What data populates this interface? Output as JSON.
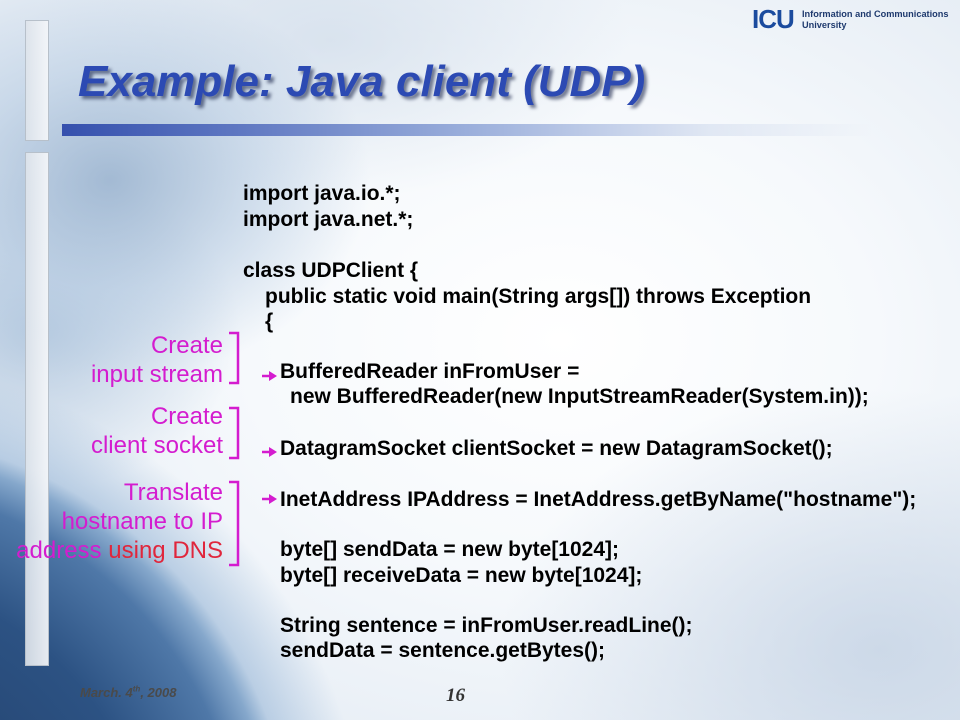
{
  "slide": {
    "title": "Example: Java client (UDP)",
    "logo": {
      "mark": "ICU",
      "line1": "Information and Communications",
      "line2": "University"
    },
    "code_lines": [
      "import java.io.*;",
      "import java.net.*;",
      "class UDPClient {",
      "public static void main(String args[]) throws Exception",
      "{",
      "BufferedReader inFromUser =",
      "new BufferedReader(new InputStreamReader(System.in));",
      "DatagramSocket clientSocket = new DatagramSocket();",
      "InetAddress IPAddress = InetAddress.getByName(\"hostname\");",
      "byte[] sendData = new byte[1024];",
      "byte[] receiveData = new byte[1024];",
      "String sentence = inFromUser.readLine();",
      "sendData = sentence.getBytes();"
    ],
    "annotations": [
      {
        "lines": [
          "Create",
          "input stream"
        ]
      },
      {
        "lines": [
          "Create",
          "client socket"
        ]
      },
      {
        "lines": [
          "Translate",
          "hostname to IP"
        ],
        "last_line": {
          "part1": "address",
          "part2": "using DNS"
        }
      }
    ],
    "footer": {
      "date_main": "March. 4",
      "date_sup": "th",
      "date_end": ", 2008",
      "page_number": "16"
    }
  },
  "colors": {
    "title": "#2c4ab3",
    "logo": "#1b4b9e",
    "code": "#000000",
    "annotation": "#d41ccf",
    "annotation_emphasis": "#e0263c"
  }
}
